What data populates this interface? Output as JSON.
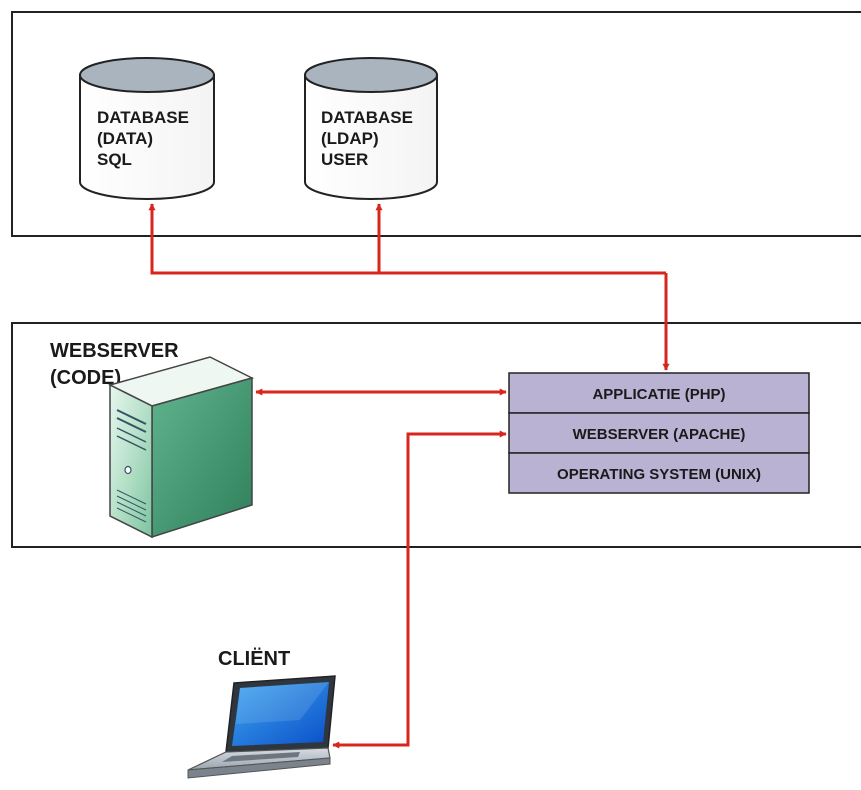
{
  "databases": [
    {
      "lines": [
        "DATABASE",
        "(DATA)",
        "SQL"
      ]
    },
    {
      "lines": [
        "DATABASE",
        "(LDAP)",
        "USER"
      ]
    }
  ],
  "webserver": {
    "lines": [
      "WEBSERVER",
      "(CODE)"
    ]
  },
  "stack": [
    {
      "label": "APPLICATIE (PHP)"
    },
    {
      "label": "WEBSERVER (APACHE)"
    },
    {
      "label": "OPERATING SYSTEM (UNIX)"
    }
  ],
  "client": {
    "label": "CLIËNT"
  },
  "colors": {
    "arrow": "#d8261c",
    "stack_fill": "#b9b2d3",
    "db_top": "#a9b4bf",
    "server_green": "#5fb48e"
  }
}
